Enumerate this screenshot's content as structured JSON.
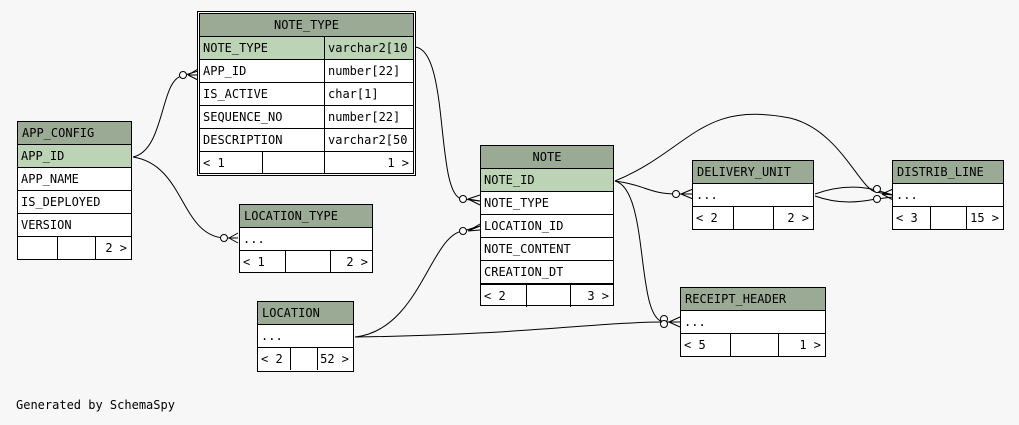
{
  "tables": {
    "note_type": {
      "name": "NOTE_TYPE",
      "columns": [
        {
          "name": "NOTE_TYPE",
          "type": "varchar2[10"
        },
        {
          "name": "APP_ID",
          "type": "number[22]"
        },
        {
          "name": "IS_ACTIVE",
          "type": "char[1]"
        },
        {
          "name": "SEQUENCE_NO",
          "type": "number[22]"
        },
        {
          "name": "DESCRIPTION",
          "type": "varchar2[50"
        }
      ],
      "parents": "< 1",
      "children": "1 >"
    },
    "app_config": {
      "name": "APP_CONFIG",
      "columns": [
        "APP_ID",
        "APP_NAME",
        "IS_DEPLOYED",
        "VERSION"
      ],
      "parents": "",
      "children": "2 >"
    },
    "location_type": {
      "name": "LOCATION_TYPE",
      "ellipsis": "...",
      "parents": "< 1",
      "children": "2 >"
    },
    "note": {
      "name": "NOTE",
      "columns": [
        "NOTE_ID",
        "NOTE_TYPE",
        "LOCATION_ID",
        "NOTE_CONTENT",
        "CREATION_DT"
      ],
      "parents": "< 2",
      "children": "3 >"
    },
    "delivery_unit": {
      "name": "DELIVERY_UNIT",
      "ellipsis": "...",
      "parents": "< 2",
      "children": "2 >"
    },
    "distrib_line": {
      "name": "DISTRIB_LINE",
      "ellipsis": "...",
      "parents": "< 3",
      "children": "15 >"
    },
    "receipt_header": {
      "name": "RECEIPT_HEADER",
      "ellipsis": "...",
      "parents": "< 5",
      "children": "1 >"
    },
    "location": {
      "name": "LOCATION",
      "ellipsis": "...",
      "parents": "< 2",
      "children": "52 >"
    }
  },
  "footer": "Generated by SchemaSpy"
}
